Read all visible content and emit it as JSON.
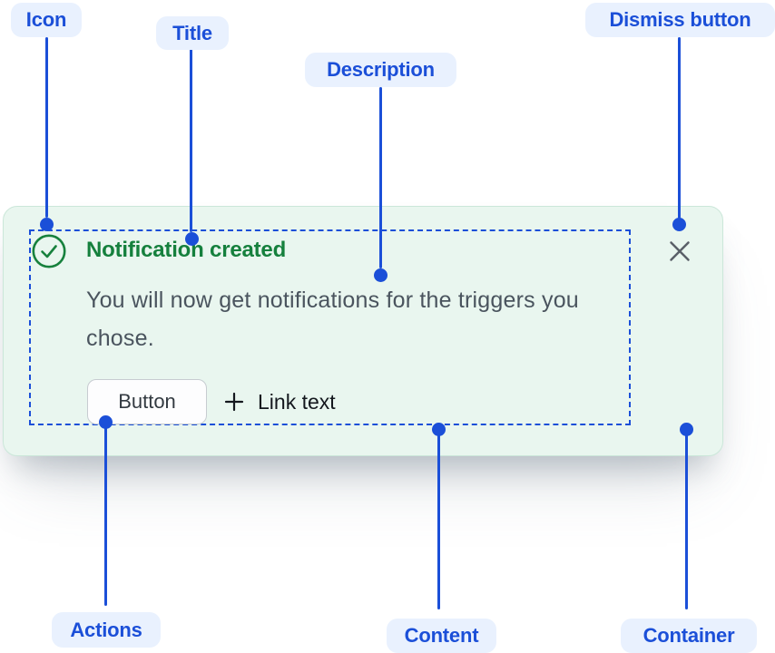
{
  "callouts": {
    "icon": {
      "label": "Icon"
    },
    "title": {
      "label": "Title"
    },
    "description": {
      "label": "Description"
    },
    "dismiss": {
      "label": "Dismiss button"
    },
    "actions": {
      "label": "Actions"
    },
    "content": {
      "label": "Content"
    },
    "container": {
      "label": "Container"
    }
  },
  "notification": {
    "title": "Notification created",
    "description": "You will now get notifications for the triggers you chose.",
    "actions": {
      "button_label": "Button",
      "link_label": "Link text"
    },
    "icons": {
      "status": "success-check-icon",
      "link_prefix": "plus-icon",
      "dismiss": "close-icon"
    }
  },
  "colors": {
    "callout_blue": "#1B4FD8",
    "callout_pill_bg": "#E9F1FE",
    "success_green": "#15803D",
    "card_bg": "#E9F6EF",
    "card_border": "#CBE7D9",
    "description_gray": "#4A545E",
    "action_text": "#14181E"
  }
}
